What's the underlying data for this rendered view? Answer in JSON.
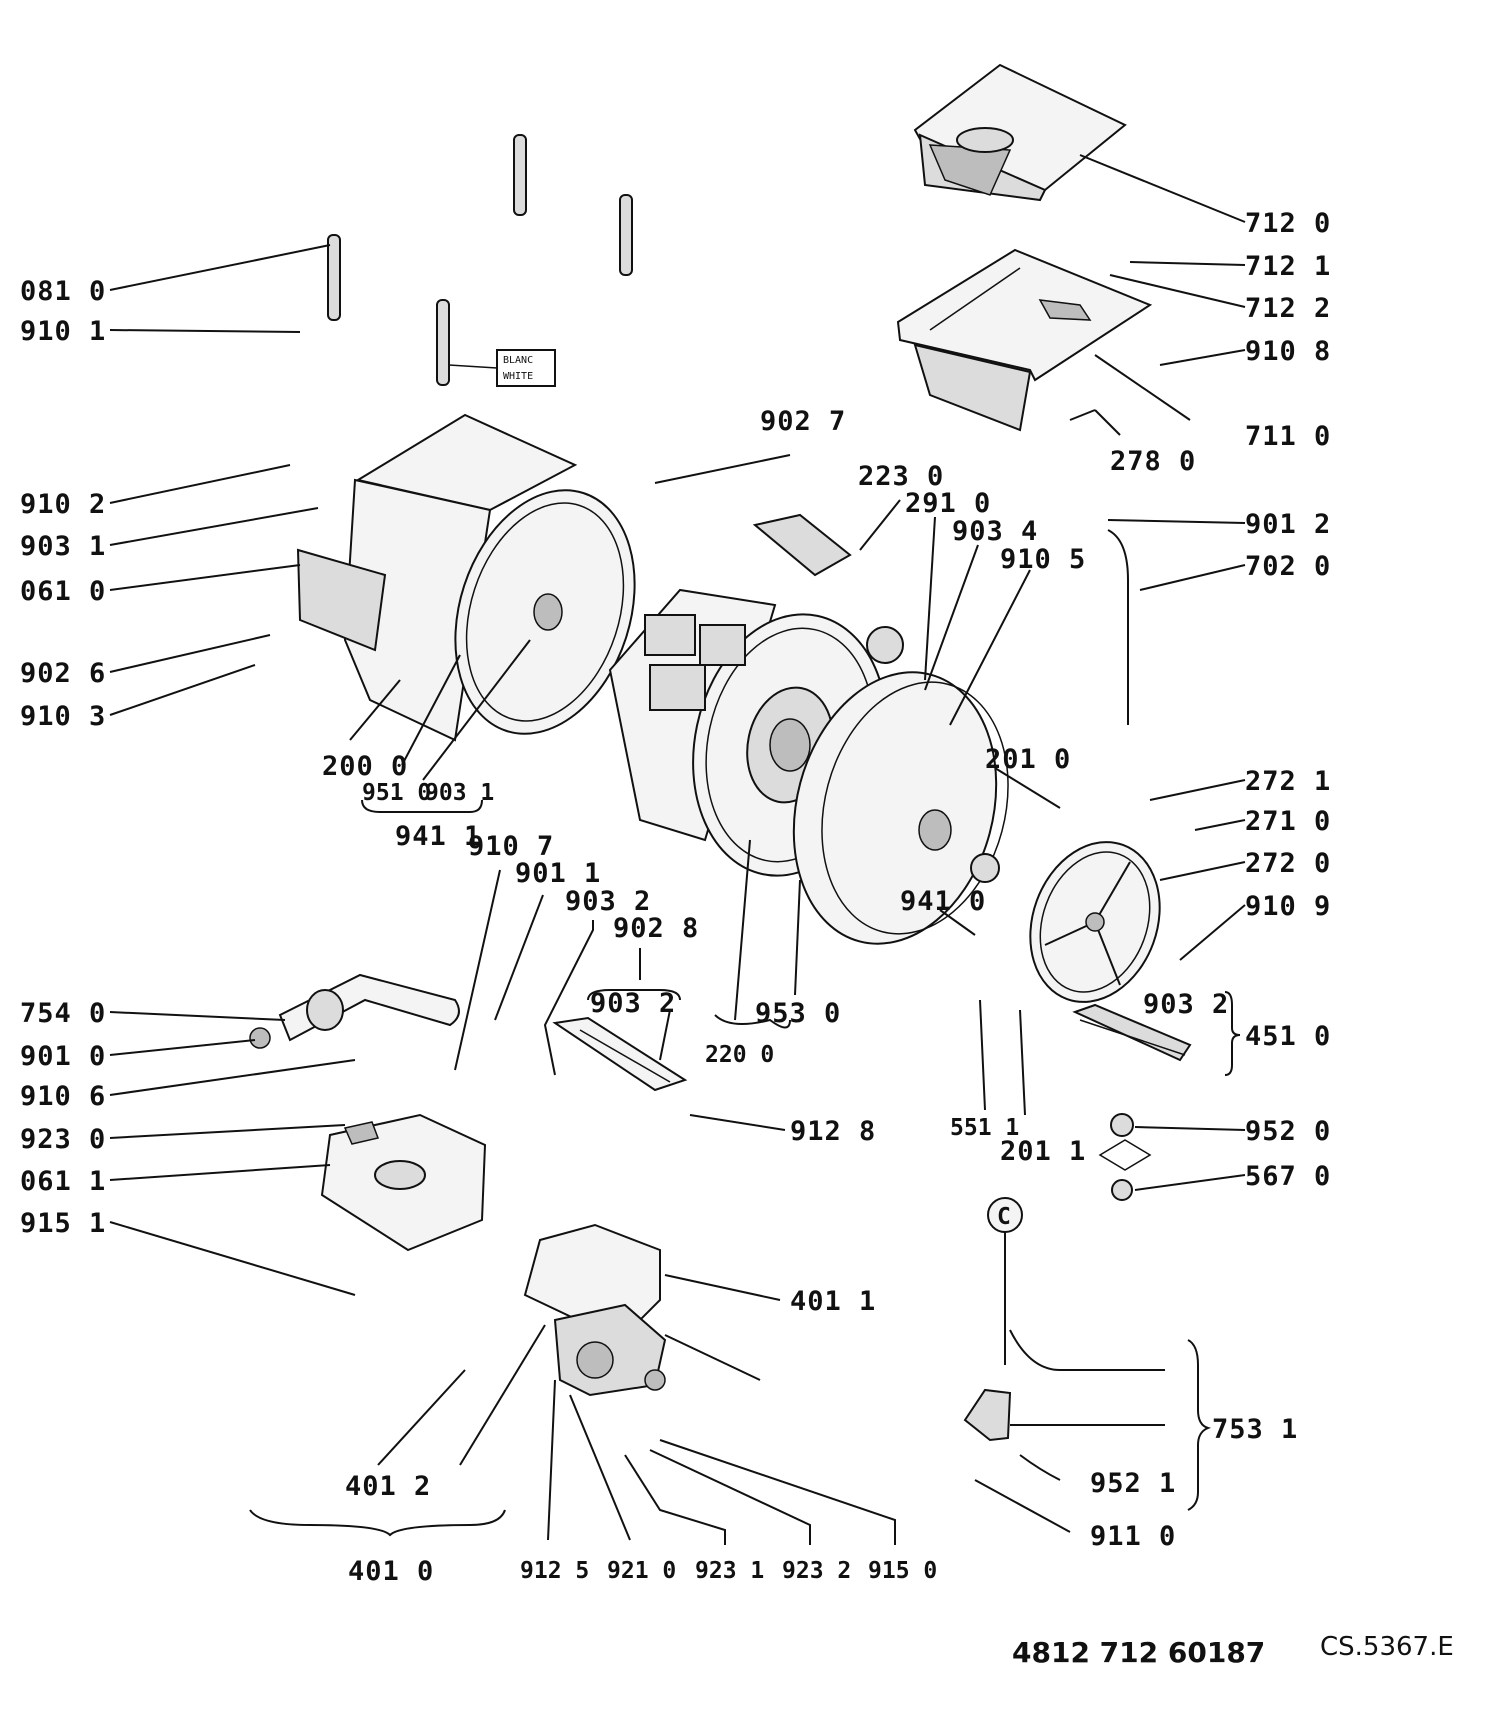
{
  "labels": {
    "p7120": "712 0",
    "p7121": "712 1",
    "p7122": "712 2",
    "p9108": "910 8",
    "p7110": "711 0",
    "p2780": "278 0",
    "p9012": "901 2",
    "p7020": "702 0",
    "p0810": "081 0",
    "p9101": "910 1",
    "p9102": "910 2",
    "p9031": "903 1",
    "p0610": "061 0",
    "p9026": "902 6",
    "p9103": "910 3",
    "p9027": "902 7",
    "p2230": "223 0",
    "p2910": "291 0",
    "p9034": "903 4",
    "p9105": "910 5",
    "p2000": "200 0",
    "p9510": "951 0",
    "p9031b": "903 1",
    "p9411": "941 1",
    "p9107": "910 7",
    "p9011": "901 1",
    "p9032": "903 2",
    "p9028": "902 8",
    "p9032b": "903 2",
    "p2010": "201 0",
    "p2721": "272 1",
    "p2710": "271 0",
    "p2720": "272 0",
    "p9410": "941 0",
    "p9109": "910 9",
    "p9032c": "903 2",
    "p4510": "451 0",
    "p7540": "754 0",
    "p9010": "901 0",
    "p9106": "910 6",
    "p9230": "923 0",
    "p0611": "061 1",
    "p9151": "915 1",
    "p9530": "953 0",
    "p2200": "220 0",
    "p9128": "912 8",
    "p5511": "551 1",
    "p2011": "201 1",
    "p9520": "952 0",
    "p5670": "567 0",
    "p4011": "401 1",
    "p7531": "753 1",
    "p9521": "952 1",
    "p9110": "911 0",
    "p4012": "401 2",
    "p4010": "401 0",
    "p9125": "912 5",
    "p9210": "921 0",
    "p9231": "923 1",
    "p9232": "923 2",
    "p9150": "915 0"
  },
  "tags": {
    "blanc": "BLANC",
    "white": "WHITE",
    "c_mark": "C"
  },
  "footer": {
    "part_number": "4812 712 60187",
    "code": "CS.5367.E"
  }
}
